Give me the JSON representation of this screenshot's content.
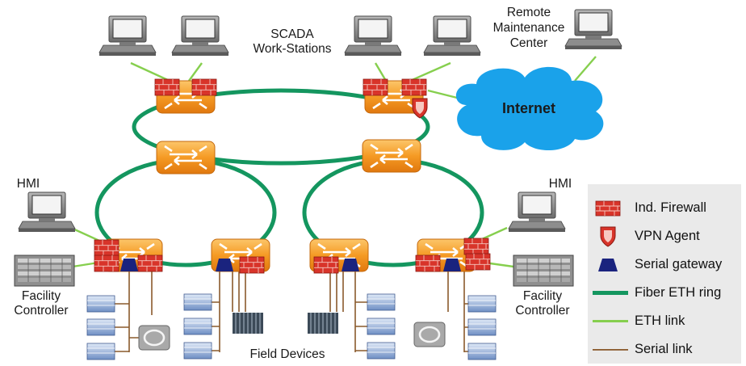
{
  "labels": {
    "scada_line1": "SCADA",
    "scada_line2": "Work-Stations",
    "remote_line1": "Remote",
    "remote_line2": "Maintenance",
    "remote_line3": "Center",
    "internet": "Internet",
    "hmi_left": "HMI",
    "hmi_right": "HMI",
    "facility_left_line1": "Facility",
    "facility_left_line2": "Controller",
    "facility_right_line1": "Facility",
    "facility_right_line2": "Controller",
    "field_devices": "Field Devices"
  },
  "legend": {
    "items": [
      {
        "label": "Ind. Firewall",
        "icon": "firewall-icon"
      },
      {
        "label": "VPN Agent",
        "icon": "vpn-shield-icon"
      },
      {
        "label": "Serial gateway",
        "icon": "serial-gateway-icon"
      },
      {
        "label": "Fiber ETH ring",
        "icon": "fiber-line-icon"
      },
      {
        "label": "ETH link",
        "icon": "eth-line-icon"
      },
      {
        "label": "Serial link",
        "icon": "serial-line-icon"
      }
    ]
  },
  "colors": {
    "fiber_ring": "#14965f",
    "eth_link": "#86cf4e",
    "serial_link": "#8a5a2c",
    "switch": "#f3911f",
    "firewall": "#d8342a",
    "serial_gateway": "#1a237e",
    "cloud": "#1aa2ea"
  }
}
